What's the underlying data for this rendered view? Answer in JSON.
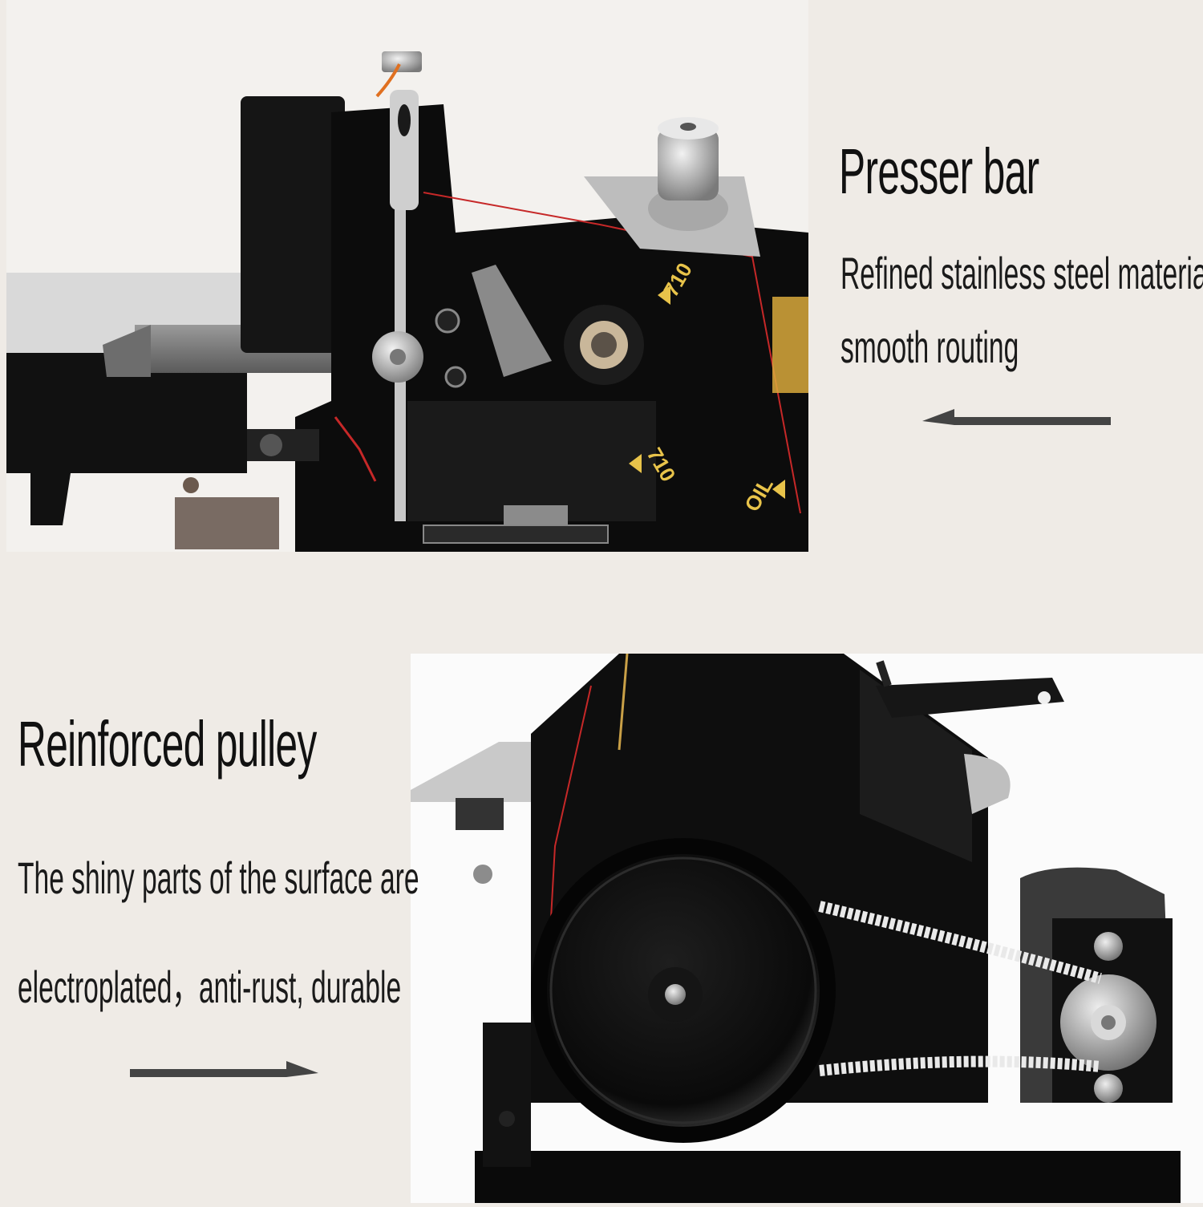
{
  "sections": {
    "presser_bar": {
      "title": "Presser bar",
      "desc_line1": "Refined stainless steel material,",
      "desc_line2": "smooth routing",
      "arrow": "arrow-left-icon",
      "photo": {
        "subject": "sewing-machine-presser-bar-photo",
        "markings": [
          "710",
          "710",
          "OIL"
        ]
      }
    },
    "pulley": {
      "title": "Reinforced pulley",
      "desc_line1": "The shiny parts of the surface are",
      "desc_line2": "electroplated，anti-rust, durable",
      "arrow": "arrow-right-icon",
      "photo": {
        "subject": "sewing-machine-pulley-belt-photo"
      }
    }
  },
  "colors": {
    "background": "#efebe6",
    "machine_black": "#0d0d0d",
    "steel": "#b9b9b9",
    "thread_red": "#c62828",
    "decal_gold": "#d9a93c",
    "text": "#111111",
    "arrow": "#444444"
  }
}
